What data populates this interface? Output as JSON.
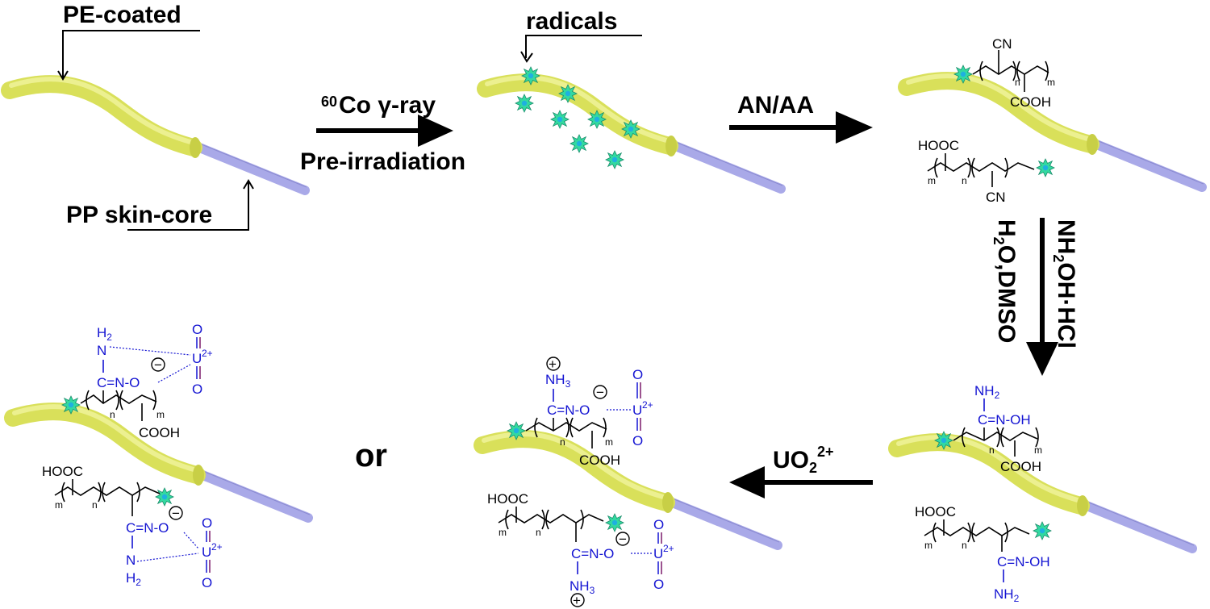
{
  "labels": {
    "pe_coated": "PE-coated",
    "pp_skin_core": "PP skin-core",
    "radicals": "radicals",
    "gamma_sup": "60",
    "gamma_main": "Co γ-ray",
    "pre_irradiation": "Pre-irradiation",
    "an_aa": "AN/AA",
    "amidox_reagent": "NH2OH·HCl",
    "amidox_solvent": "H2O,DMSO",
    "uranyl": "UO",
    "uranyl_sub": "2",
    "uranyl_sup": "2+",
    "or": "or"
  },
  "chem": {
    "cn": "CN",
    "cooh": "COOH",
    "hooc": "HOOC",
    "n": "n",
    "m": "m",
    "nh2": "NH",
    "h2": "H",
    "two": "2",
    "three": "3",
    "c_eq_n_oh": "C=N-OH",
    "c_eq_n_o": "C=N-O",
    "n_atom": "N",
    "nh3": "NH",
    "o": "O",
    "u": "U",
    "u_charge": "2+",
    "minus": "−",
    "plus": "+"
  },
  "colors": {
    "fiber_skin": "#d9e05a",
    "fiber_core": "#a9a9e8",
    "radical": "#33d9a0",
    "amidoxime": "#1414d2"
  }
}
